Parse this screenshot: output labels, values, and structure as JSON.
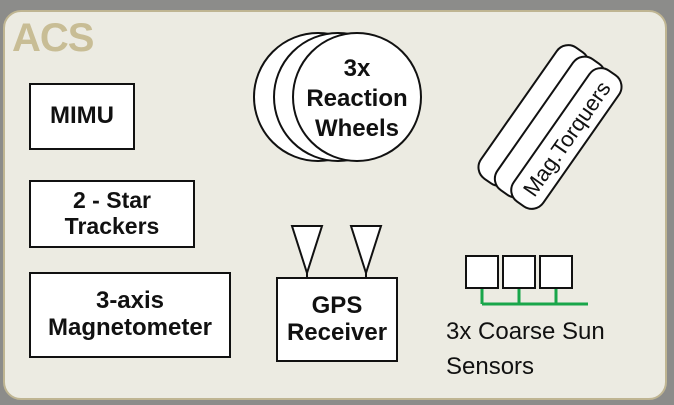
{
  "panel": {
    "title": "ACS"
  },
  "components": {
    "mimu": "MIMU",
    "star_trackers": "2 - Star\nTrackers",
    "magnetometer": "3-axis\nMagnetometer",
    "reaction_wheels": {
      "line1": "3x",
      "line2": "Reaction",
      "line3": "Wheels"
    },
    "mag_torquers": "Mag.Torquers",
    "gps_receiver": "GPS\nReceiver",
    "sun_sensors": {
      "line1": "3x Coarse Sun",
      "line2": "Sensors"
    }
  },
  "colors": {
    "panel_fill": "#ecebe2",
    "panel_border": "#bfb592",
    "title": "#c8bd95",
    "connector": "#19a64a",
    "outline": "#111111"
  }
}
